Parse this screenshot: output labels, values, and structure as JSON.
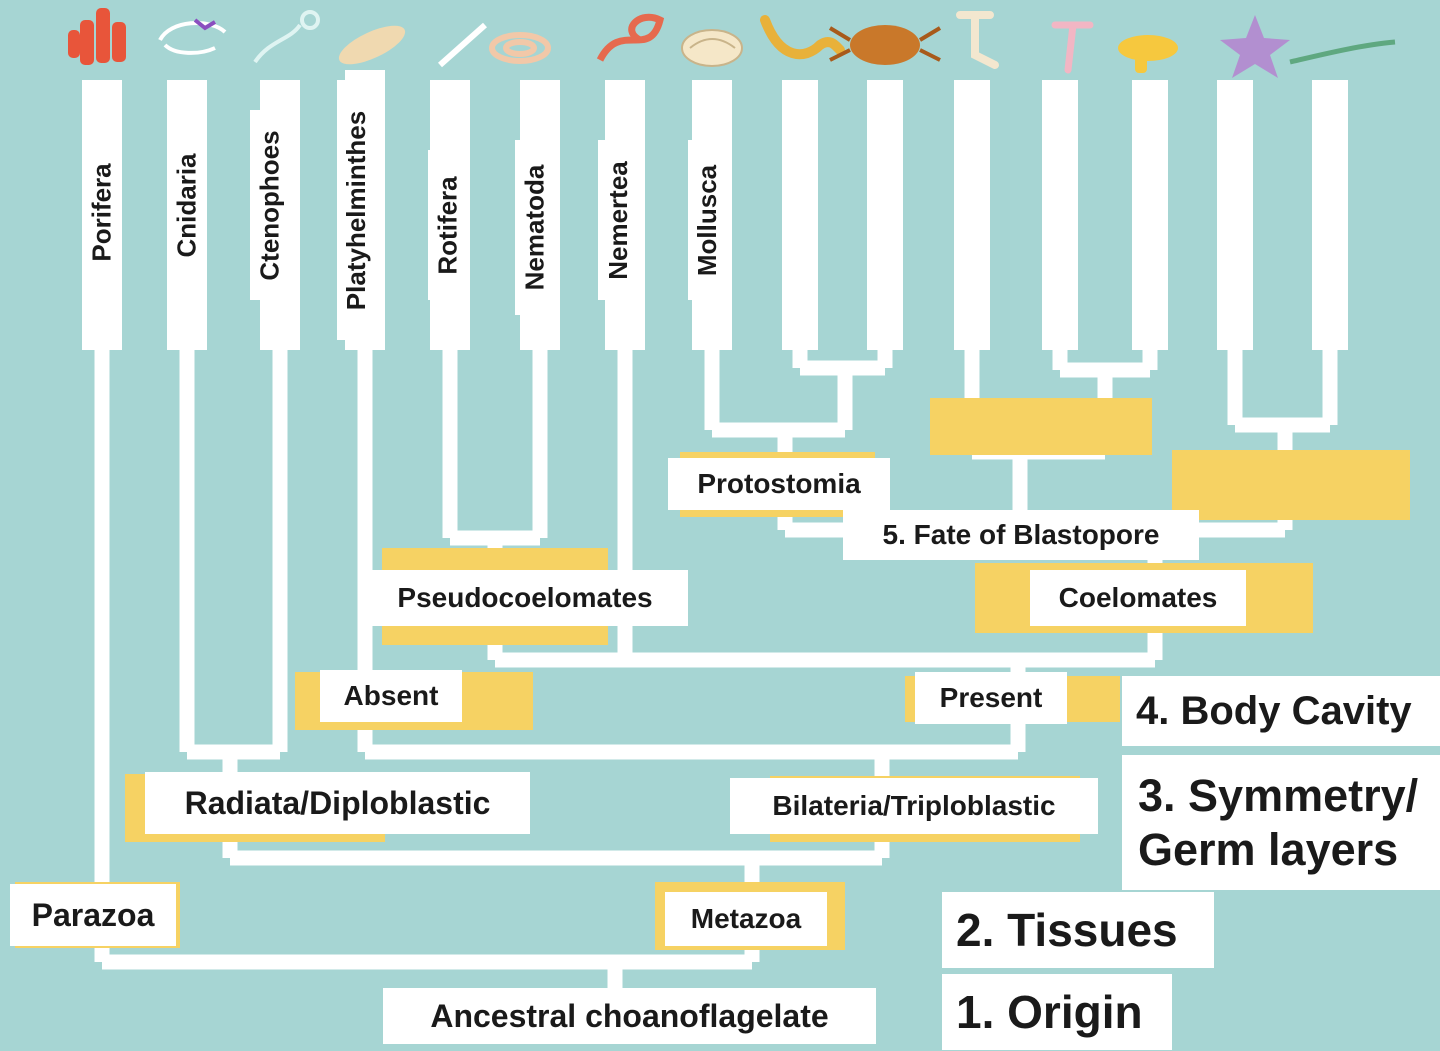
{
  "taxa": [
    "Porifera",
    "Cnidaria",
    "Ctenophoes",
    "Platyhelminthes",
    "Rotifera",
    "Nematoda",
    "Nemertea",
    "Mollusca"
  ],
  "clades": {
    "protostomia": "Protostomia",
    "fate_of_blastopore": "5. Fate of Blastopore",
    "pseudocoelomates": "Pseudocoelomates",
    "coelomates": "Coelomates",
    "absent": "Absent",
    "present": "Present",
    "radiata": "Radiata/Diploblastic",
    "bilateria": "Bilateria/Triploblastic",
    "parazoa": "Parazoa",
    "metazoa": "Metazoa",
    "ancestor": "Ancestral choanoflagelate"
  },
  "legend": {
    "body_cavity": "4. Body Cavity",
    "symmetry_line1": "3. Symmetry/",
    "symmetry_line2": "Germ layers",
    "tissues": "2. Tissues",
    "origin": "1. Origin"
  },
  "icons": [
    "sponge-icon",
    "jellyfish-icon",
    "comb-jelly-icon",
    "flatworm-icon",
    "rotifer-icon",
    "roundworm-icon",
    "ribbon-worm-icon",
    "clam-icon",
    "annelid-icon",
    "crab-icon",
    "bryozoan-icon",
    "brachiopod-icon",
    "mushroom-icon",
    "sea-star-icon",
    "chordate-icon"
  ],
  "colors": {
    "background": "#a6d5d3",
    "branch": "#ffffff",
    "highlight": "#f6d263",
    "text": "#1a1a1a"
  }
}
